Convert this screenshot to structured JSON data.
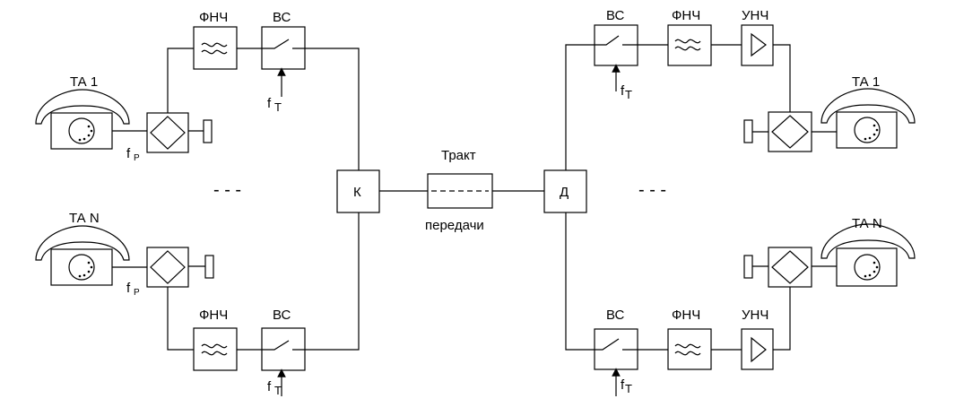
{
  "left": {
    "lpf_label": "ФНЧ",
    "switch_label": "ВС",
    "phone_top_label": "ТА 1",
    "phone_bottom_label": "ТА N",
    "f_label": "f",
    "f_sub_t": "Т",
    "f_sub_r": "Р",
    "dots": "-   -   -"
  },
  "center": {
    "mux_label": "К",
    "path_label_top": "Тракт",
    "path_label_bottom": "передачи",
    "demux_label": "Д"
  },
  "right": {
    "switch_label": "ВС",
    "lpf_label": "ФНЧ",
    "amp_label": "УНЧ",
    "phone_top_label": "ТА 1",
    "phone_bottom_label": "ТА N",
    "f_label": "f",
    "f_sub_t": "Т",
    "dots": "-   -   -"
  }
}
